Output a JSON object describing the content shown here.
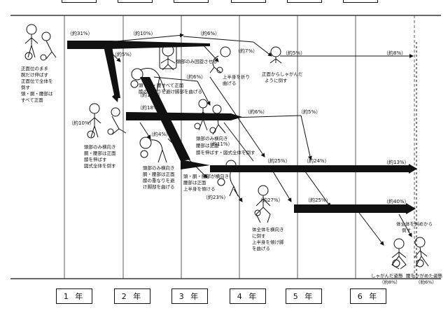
{
  "years": [
    "1 年",
    "2 年",
    "3 年",
    "4 年",
    "5 年",
    "6 年"
  ],
  "stages": [
    [
      "正面位のまま",
      "腕だけ伸ばす",
      "正面位で全体を",
      "倒す",
      "頭・胴・腰部は",
      "すべて正面"
    ],
    [
      "頭部のみ回旋させる"
    ],
    [
      "上半身を折り",
      "曲げる"
    ],
    [
      "正面からしゃがんだ",
      "ように倒す"
    ],
    [
      "頭・胴・腰すべて正面",
      "膝の重なりを避け脚部を曲げる"
    ],
    [
      "頭部のみ横向き",
      "胴・腰部は正面",
      "膝を伸ばす",
      "図式全体を倒す"
    ],
    [
      "頭部のみ横向き",
      "胴・腰部は正面",
      "膝の重なりを避",
      "け脚部を曲げる"
    ],
    [
      "頭部のみ横向き",
      "腰部は正面",
      "膝を伸ばす・図式全体を倒す"
    ],
    [
      "頭・胴・腰部が横向き",
      "腰部は正面",
      "上半身を傾ける"
    ],
    [
      "体全体を横向き",
      "に倒す",
      "上半身を傾け脚",
      "を曲げる"
    ],
    [
      "体全体を斜めから",
      "倒す"
    ],
    [
      "しゃがんだ姿態",
      "（約8%）"
    ],
    [
      "腰をかがめた姿態",
      "（約6%）"
    ]
  ],
  "percents": [
    "（約31%）",
    "（約10%）",
    "（約6%）",
    "（約5%）",
    "（約7%）",
    "（約5%）",
    "（約8%）",
    "（約11%）",
    "（約6%）",
    "（約10%）",
    "（約18%）",
    "（約4%）",
    "（約6%）",
    "（約5%）",
    "（約11%）",
    "（約25%）",
    "（約24%）",
    "（約13%）",
    "（約23%）",
    "（約27%）",
    "（約25%）",
    "（約40%）"
  ]
}
